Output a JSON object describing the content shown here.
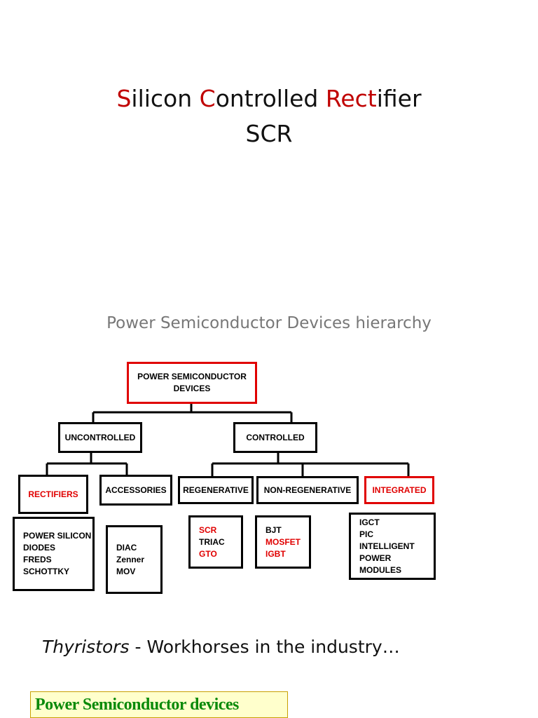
{
  "title": {
    "line1": [
      {
        "text": "S",
        "red": true
      },
      {
        "text": "ilicon ",
        "red": false
      },
      {
        "text": "C",
        "red": true
      },
      {
        "text": "ontrolled ",
        "red": false
      },
      {
        "text": "R",
        "red": true
      },
      {
        "text": "ect",
        "red": true
      },
      {
        "text": "ifier",
        "red": false
      }
    ],
    "line2": "SCR"
  },
  "subtitle": "Power Semiconductor Devices hierarchy",
  "diagram": {
    "root": {
      "text": "POWER SEMICONDUCTOR\nDEVICES"
    },
    "uncontrolled": {
      "text": "UNCONTROLLED"
    },
    "controlled": {
      "text": "CONTROLLED"
    },
    "rectifiers": {
      "text": "RECTIFIERS"
    },
    "accessories": {
      "text": "ACCESSORIES"
    },
    "regenerative": {
      "text": "REGENERATIVE"
    },
    "non_regenerative": {
      "text": "NON-REGENERATIVE"
    },
    "integrated": {
      "text": "INTEGRATED"
    },
    "rectifier_list": [
      "POWER SILICON",
      "DIODES",
      "FREDS",
      "SCHOTTKY"
    ],
    "accessory_list": [
      "DIAC",
      "Zenner",
      "MOV"
    ],
    "regenerative_list": [
      {
        "text": "SCR",
        "red": true
      },
      {
        "text": "TRIAC",
        "red": false
      },
      {
        "text": "GTO",
        "red": true
      }
    ],
    "non_regenerative_list": [
      {
        "text": "BJT",
        "red": false
      },
      {
        "text": "MOSFET",
        "red": true
      },
      {
        "text": "IGBT",
        "red": true
      }
    ],
    "integrated_list": [
      "IGCT",
      "PIC",
      "INTELLIGENT",
      "POWER MODULES"
    ]
  },
  "thyristors": {
    "lead": "Thyristors",
    "rest": " - Workhorses in the industry…"
  },
  "banner": "Power Semiconductor devices",
  "colors": {
    "accent_red": "#c00000",
    "banner_green": "#0a8a0a",
    "banner_bg": "#ffffcc"
  }
}
